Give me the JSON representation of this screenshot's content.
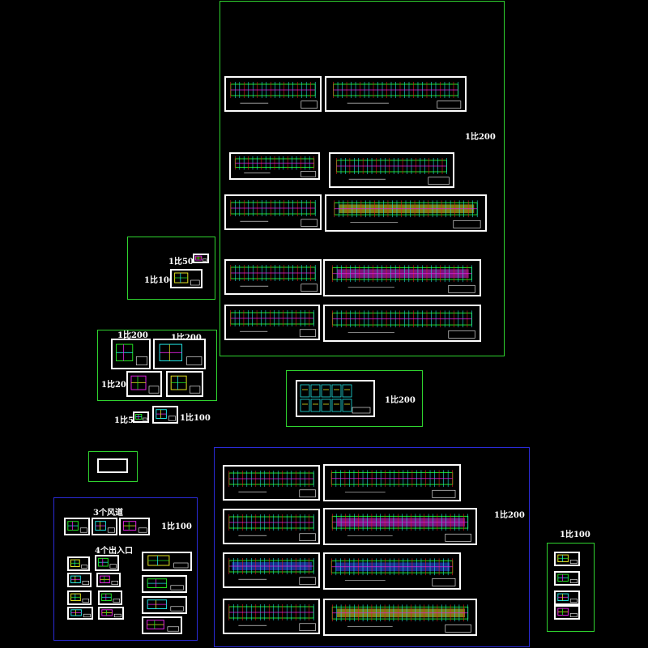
{
  "labels": {
    "scale_1_200": "1比200",
    "scale_1_50": "1比50",
    "scale_1_100": "1比100",
    "vent_shafts": "3个风道",
    "entrances": "4个出入口"
  },
  "colors": {
    "frame_green": "#2fd42f",
    "frame_blue": "#2b2bd8",
    "sheet_border": "#ffffff",
    "drawing_magenta": "#e020e0",
    "drawing_cyan": "#20e0e0",
    "drawing_yellow": "#e0e020",
    "drawing_red": "#e02020",
    "drawing_green": "#20e020"
  }
}
